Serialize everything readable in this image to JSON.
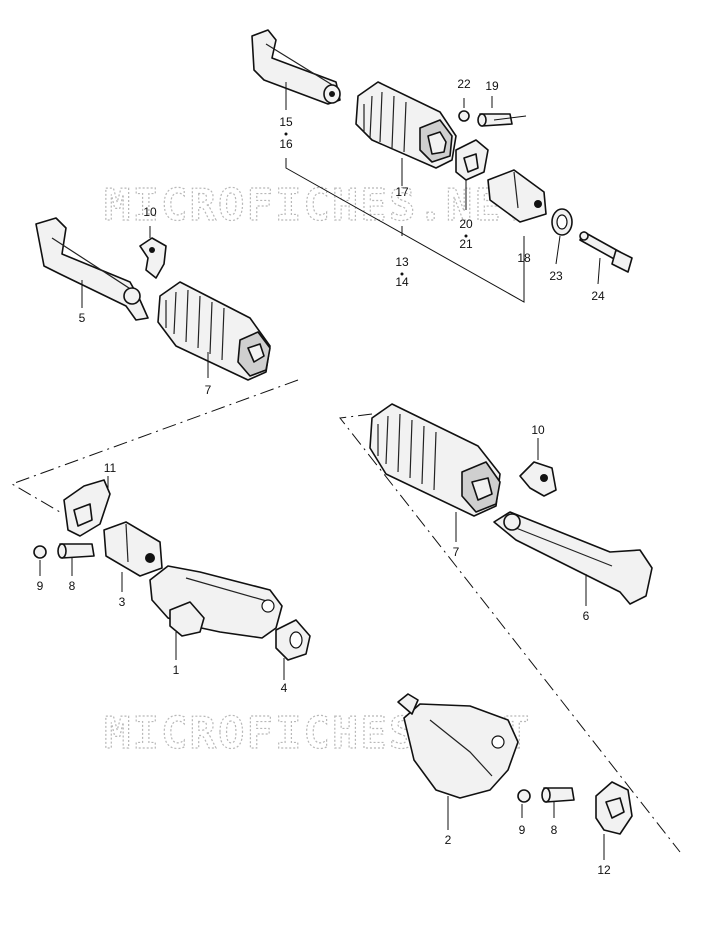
{
  "watermark": "MICROFICHES.NET",
  "callouts": {
    "c1": "1",
    "c2": "2",
    "c3": "3",
    "c4": "4",
    "c5": "5",
    "c6": "6",
    "c7a": "7",
    "c7b": "7",
    "c8a": "8",
    "c8b": "8",
    "c9a": "9",
    "c9b": "9",
    "c10a": "10",
    "c10b": "10",
    "c11": "11",
    "c12": "12",
    "c13": "13",
    "c14": "14",
    "c15": "15",
    "c16": "16",
    "c17": "17",
    "c18": "18",
    "c19": "19",
    "c20": "20",
    "c21": "21",
    "c22": "22",
    "c23": "23",
    "c24": "24"
  }
}
